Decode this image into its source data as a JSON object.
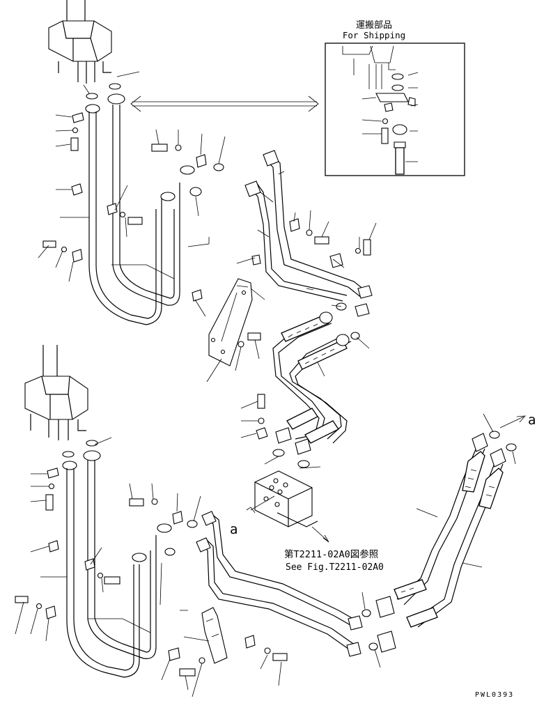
{
  "inset": {
    "title_jp": "運搬部品",
    "title_en": "For Shipping"
  },
  "reference": {
    "jp": "第T2211-02A0図参照",
    "en": "See Fig.T2211-02A0"
  },
  "callouts": {
    "a_right": "a",
    "a_valve": "a"
  },
  "drawing_number": "PWL0393"
}
